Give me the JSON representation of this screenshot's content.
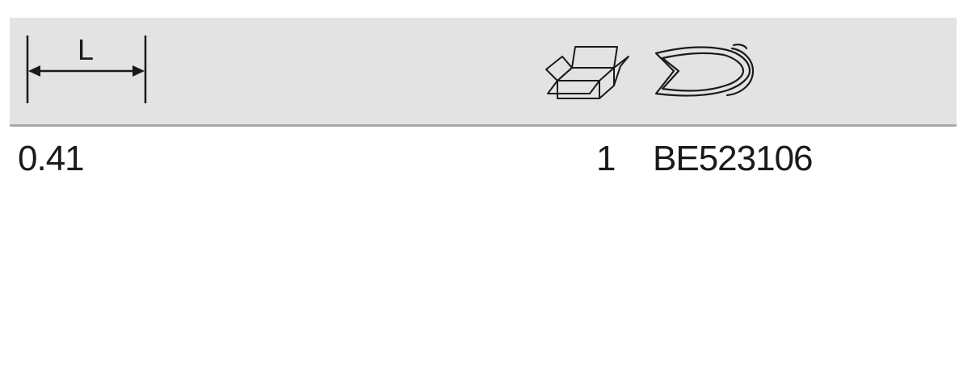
{
  "header": {
    "length_symbol": "L",
    "quantity_icon": "open-box-icon",
    "article_icon": "fish-icon"
  },
  "rows": [
    {
      "length": "0.41",
      "quantity": "1",
      "article_number": "BE523106"
    }
  ]
}
